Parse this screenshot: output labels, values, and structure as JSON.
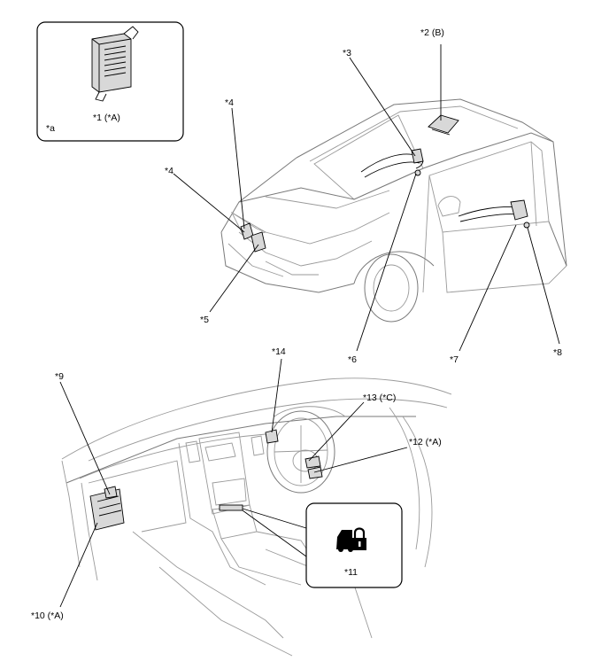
{
  "labels": {
    "l1": "*1 (*A)",
    "la": "*a",
    "l2": "*2 (B)",
    "l3": "*3",
    "l4a": "*4",
    "l4b": "*4",
    "l5": "*5",
    "l6": "*6",
    "l7": "*7",
    "l8": "*8",
    "l9": "*9",
    "l10": "*10 (*A)",
    "l11": "*11",
    "l12": "*12 (*A)",
    "l13": "*13 (*C)",
    "l14": "*14"
  },
  "icons": {
    "ecu": "ecu-module-icon",
    "lock": "car-lock-switch-icon"
  }
}
